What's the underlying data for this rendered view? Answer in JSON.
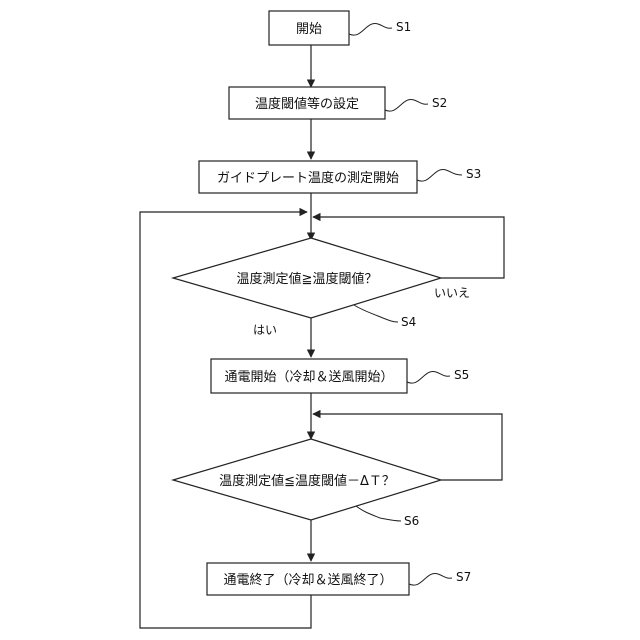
{
  "nodes": {
    "start": {
      "label": "開始",
      "step": "S1"
    },
    "set_thresholds": {
      "label": "温度閾値等の設定",
      "step": "S2"
    },
    "start_measure": {
      "label": "ガイドプレート温度の測定開始",
      "step": "S3"
    },
    "check_high": {
      "label": "温度測定値≧温度閾値？",
      "step": "S4",
      "yes": "はい",
      "no": "いいえ"
    },
    "energize_on": {
      "label": "通電開始（冷却＆送風開始）",
      "step": "S5"
    },
    "check_low": {
      "label": "温度測定値≦温度閾値－ΔＴ？",
      "step": "S6"
    },
    "energize_off": {
      "label": "通電終了（冷却＆送風終了）",
      "step": "S7"
    }
  }
}
